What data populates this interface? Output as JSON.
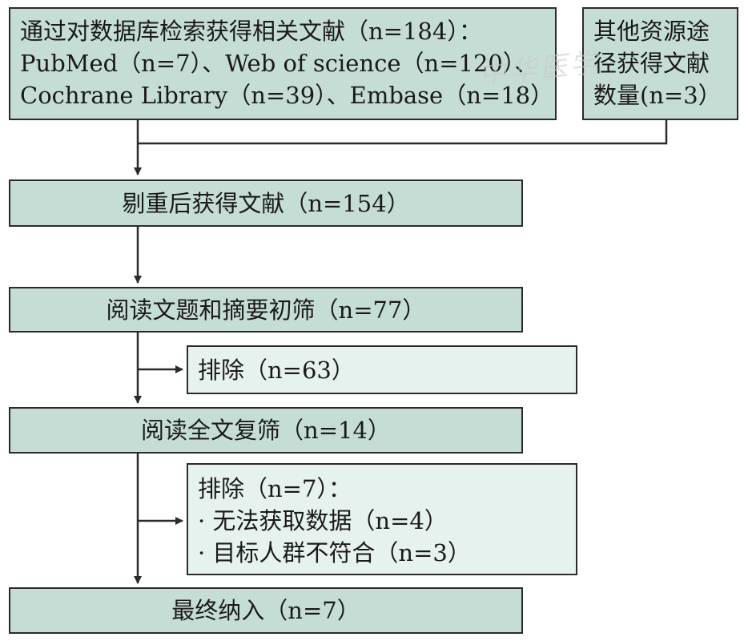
{
  "watermark": "中华医学",
  "boxes": {
    "db_search": {
      "line1": "通过对数据库检索获得相关文献（n=184）：",
      "line2": "PubMed（n=7）、Web of science（n=120）、",
      "line3": "Cochrane Library（n=39）、Embase（n=18）"
    },
    "other_sources": {
      "line1": "其他资源途",
      "line2": "径获得文献",
      "line3": "数量(n=3）"
    },
    "dedup": {
      "text": "剔重后获得文献（n=154）"
    },
    "screen": {
      "text": "阅读文题和摘要初筛（n=77）"
    },
    "exclude1": {
      "text": "排除（n=63）"
    },
    "fulltext": {
      "text": "阅读全文复筛（n=14）"
    },
    "exclude2": {
      "line1": "排除（n=7）：",
      "line2": "· 无法获取数据（n=4）",
      "line3": "· 目标人群不符合（n=3）"
    },
    "final": {
      "text": "最终纳入（n=7）"
    }
  }
}
